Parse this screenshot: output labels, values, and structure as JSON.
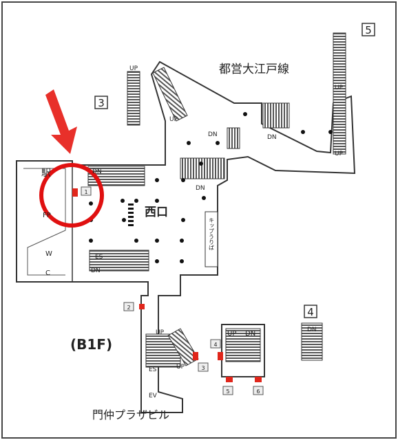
{
  "map": {
    "floor_label": "(B1F)",
    "line_name": "都営大江戸線",
    "west_exit": "西口",
    "station_word": "駅",
    "fp_label": "FP",
    "kippu": "キップうりば",
    "monzen_building": "門仲プラザビル",
    "exit_numbers": {
      "e3": "3",
      "e4": "4",
      "e5": "5"
    },
    "stair_labels": {
      "up": "UP",
      "dn": "DN",
      "es": "ES",
      "ev": "EV"
    },
    "room_labels": {
      "w": "W",
      "c": "C"
    },
    "small_signs": {
      "s1": "1",
      "s2": "2",
      "s3": "3",
      "s4": "4",
      "s5": "5",
      "s6": "6"
    },
    "colors": {
      "wall": "#333333",
      "stairs": "#444444",
      "marker": "#e0261b",
      "highlight": "#e01010"
    }
  }
}
